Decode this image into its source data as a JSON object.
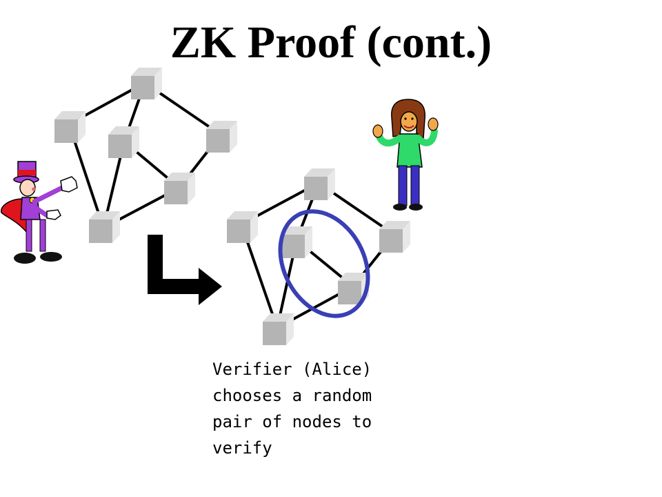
{
  "title": "ZK Proof (cont.)",
  "caption_lines": [
    "Verifier (Alice)",
    "chooses a random",
    "pair of nodes to",
    "verify"
  ],
  "colors": {
    "node_front": "#b4b4b4",
    "node_top": "#dcdcdc",
    "node_side": "#e8e8e8",
    "edge": "#000000",
    "highlight_ellipse": "#3a3fb5",
    "prover_coat": "#a23fd6",
    "prover_cape": "#e0141c",
    "verifier_shirt": "#2fd96a",
    "verifier_pants": "#3a2fc2",
    "verifier_hair": "#8a3a12"
  },
  "icons": {
    "prover": "magician-prover-icon",
    "verifier": "woman-verifier-icon",
    "transition_arrow": "bent-arrow-icon"
  }
}
